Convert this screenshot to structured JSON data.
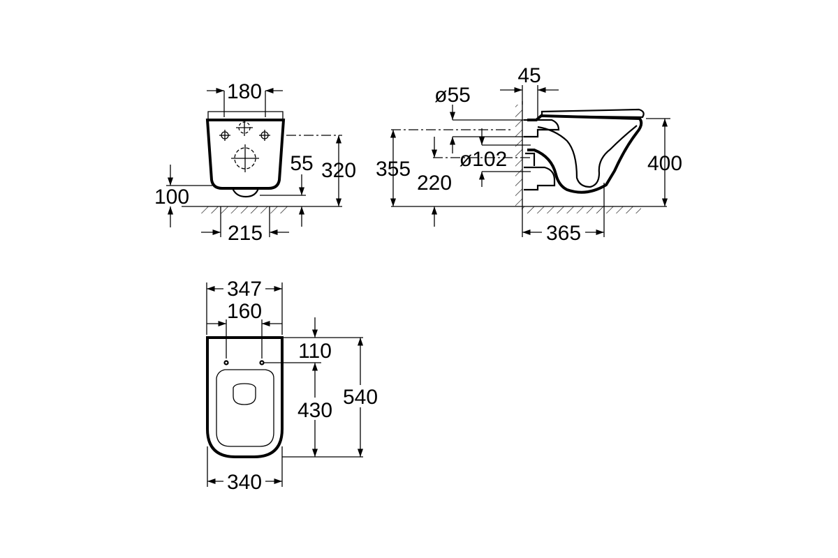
{
  "front_view": {
    "dim_width_top": "180",
    "dim_height_total": "320",
    "dim_outlet_offset": "55",
    "dim_floor_gap": "100",
    "dim_width_bottom": "215"
  },
  "side_view": {
    "dim_wall_offset": "45",
    "dim_inlet_diameter": "ø55",
    "dim_outlet_diameter": "ø102",
    "dim_inlet_height": "355",
    "dim_outlet_height": "220",
    "dim_bowl_height": "400",
    "dim_projection": "365"
  },
  "top_view": {
    "dim_overall_width": "347",
    "dim_bolt_spacing": "160",
    "dim_bolt_offset": "110",
    "dim_bolt_to_front": "430",
    "dim_overall_depth": "540",
    "dim_bottom_width": "340"
  }
}
